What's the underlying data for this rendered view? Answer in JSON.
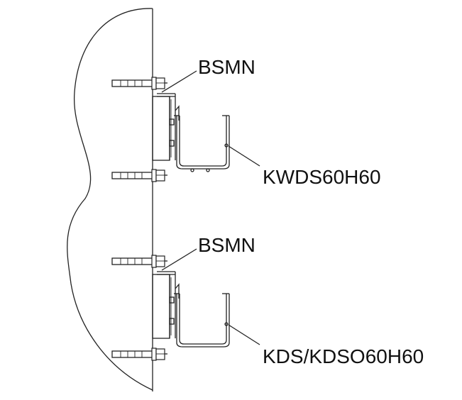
{
  "labels": {
    "bracket_top": "BSMN",
    "tray_top": "KWDS60H60",
    "bracket_bottom": "BSMN",
    "tray_bottom": "KDS/KDSO60H60"
  },
  "colors": {
    "line": "#222222",
    "background": "#ffffff",
    "text": "#111111"
  }
}
